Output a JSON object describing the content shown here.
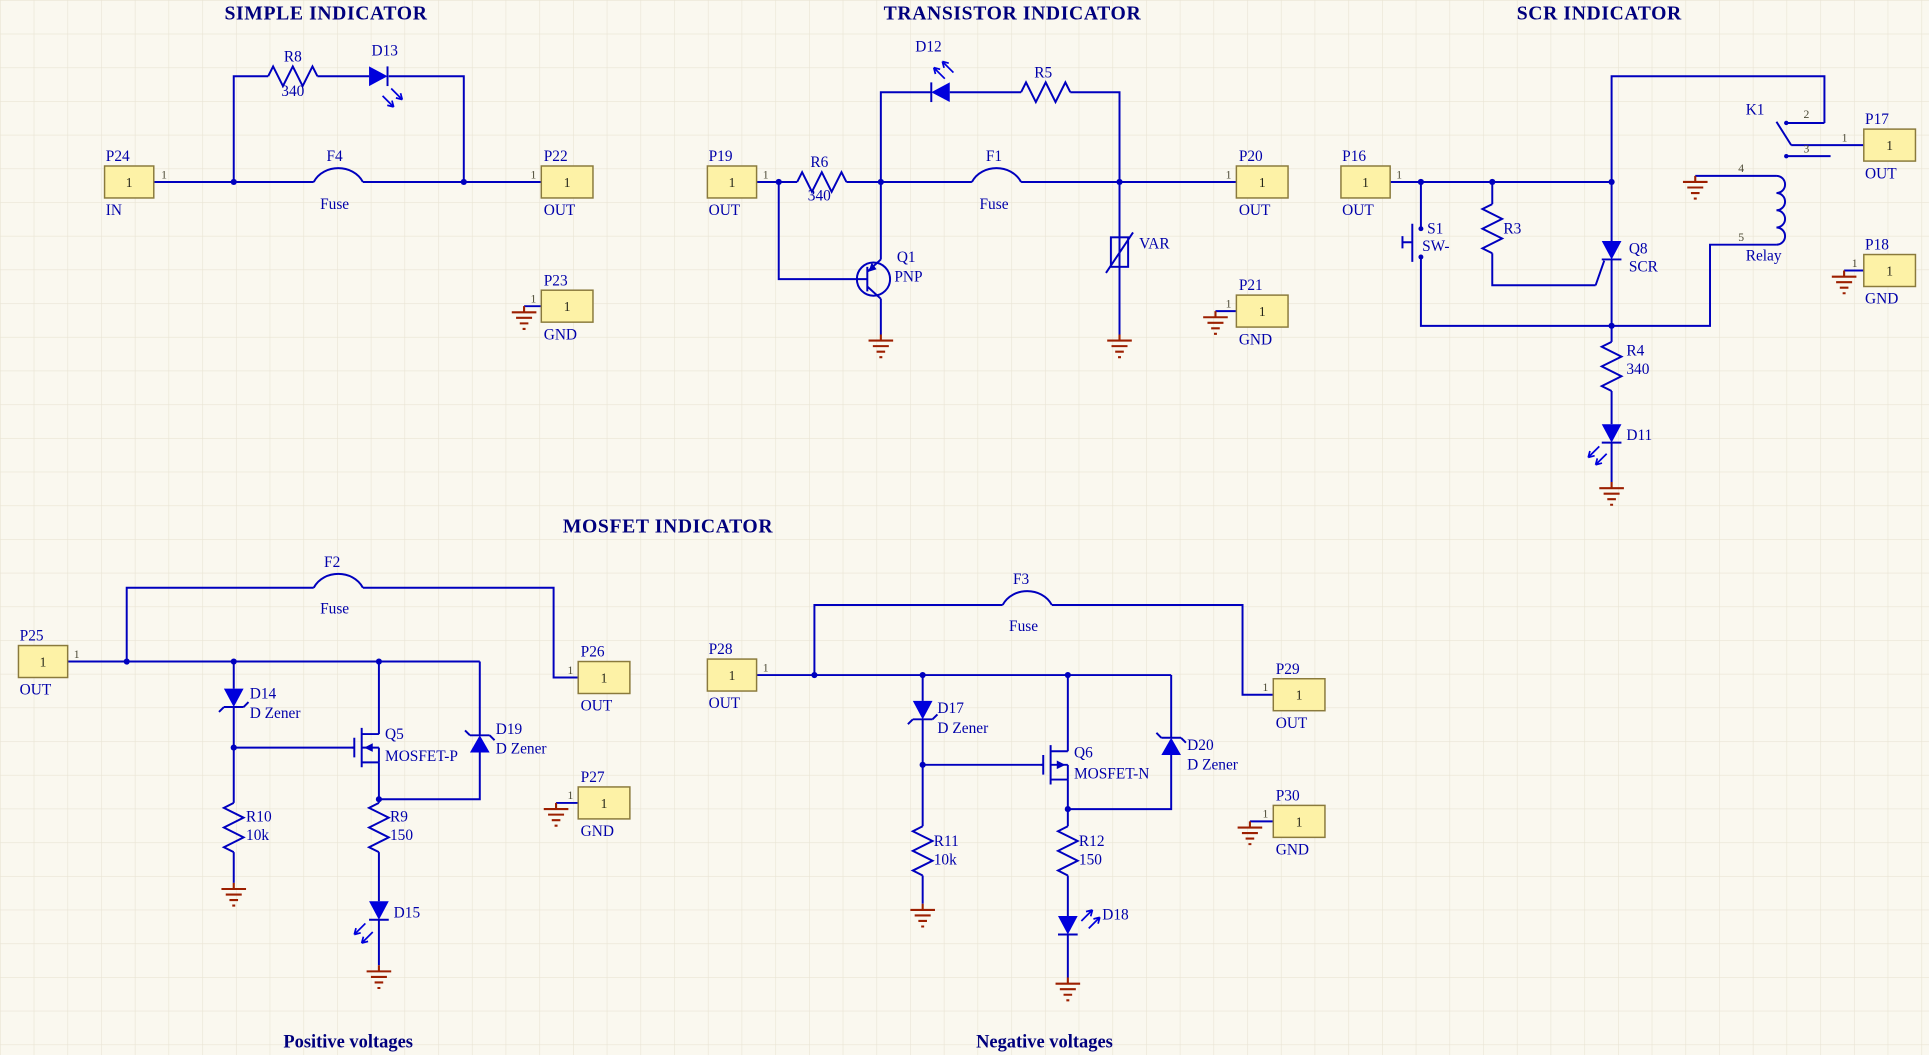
{
  "colors": {
    "background": "#FAF8EF",
    "grid": "#E9E4D4",
    "wire": "#0000BE",
    "device_fill": "#0000DC",
    "port_fill": "#FDF2A6",
    "port_border": "#8A7A3C",
    "ground": "#9C1F00",
    "label_text": "#0000AA",
    "title_text": "#00007D",
    "pin_text": "#4C4A36"
  },
  "titles": {
    "simple": "SIMPLE INDICATOR",
    "transistor": "TRANSISTOR INDICATOR",
    "scr": "SCR INDICATOR",
    "mosfet": "MOSFET INDICATOR",
    "positive": "Positive voltages",
    "negative": "Negative voltages"
  },
  "ports": {
    "P24": {
      "name": "P24",
      "net": "IN",
      "pin": "1"
    },
    "P22": {
      "name": "P22",
      "net": "OUT",
      "pin": "1"
    },
    "P23": {
      "name": "P23",
      "net": "GND",
      "pin": "1"
    },
    "P19": {
      "name": "P19",
      "net": "OUT",
      "pin": "1"
    },
    "P20": {
      "name": "P20",
      "net": "OUT",
      "pin": "1"
    },
    "P21": {
      "name": "P21",
      "net": "GND",
      "pin": "1"
    },
    "P16": {
      "name": "P16",
      "net": "OUT",
      "pin": "1"
    },
    "P17": {
      "name": "P17",
      "net": "OUT",
      "pin": "1"
    },
    "P18": {
      "name": "P18",
      "net": "GND",
      "pin": "1"
    },
    "P25": {
      "name": "P25",
      "net": "OUT",
      "pin": "1"
    },
    "P26": {
      "name": "P26",
      "net": "OUT",
      "pin": "1"
    },
    "P27": {
      "name": "P27",
      "net": "GND",
      "pin": "1"
    },
    "P28": {
      "name": "P28",
      "net": "OUT",
      "pin": "1"
    },
    "P29": {
      "name": "P29",
      "net": "OUT",
      "pin": "1"
    },
    "P30": {
      "name": "P30",
      "net": "GND",
      "pin": "1"
    }
  },
  "components": {
    "R8": {
      "designator": "R8",
      "value": "340"
    },
    "D13": {
      "designator": "D13"
    },
    "F4": {
      "designator": "F4",
      "value": "Fuse"
    },
    "R6": {
      "designator": "R6",
      "value": "340"
    },
    "D12": {
      "designator": "D12"
    },
    "R5": {
      "designator": "R5"
    },
    "F1": {
      "designator": "F1",
      "value": "Fuse"
    },
    "Q1": {
      "designator": "Q1",
      "value": "PNP"
    },
    "VAR": {
      "designator": "VAR"
    },
    "S1": {
      "designator": "S1",
      "value": "SW-"
    },
    "R3": {
      "designator": "R3"
    },
    "K1": {
      "designator": "K1",
      "value": "Relay",
      "pins": [
        "2",
        "1",
        "3",
        "4",
        "5"
      ]
    },
    "Q8": {
      "designator": "Q8",
      "value": "SCR"
    },
    "R4": {
      "designator": "R4",
      "value": "340"
    },
    "D11": {
      "designator": "D11"
    },
    "F2": {
      "designator": "F2",
      "value": "Fuse"
    },
    "D14": {
      "designator": "D14",
      "value": "D Zener"
    },
    "Q5": {
      "designator": "Q5",
      "value": "MOSFET-P"
    },
    "D19": {
      "designator": "D19",
      "value": "D Zener"
    },
    "R10": {
      "designator": "R10",
      "value": "10k"
    },
    "R9": {
      "designator": "R9",
      "value": "150"
    },
    "D15": {
      "designator": "D15"
    },
    "F3": {
      "designator": "F3",
      "value": "Fuse"
    },
    "D17": {
      "designator": "D17",
      "value": "D Zener"
    },
    "Q6": {
      "designator": "Q6",
      "value": "MOSFET-N"
    },
    "D20": {
      "designator": "D20",
      "value": "D Zener"
    },
    "R11": {
      "designator": "R11",
      "value": "10k"
    },
    "R12": {
      "designator": "R12",
      "value": "150"
    },
    "D18": {
      "designator": "D18"
    }
  }
}
